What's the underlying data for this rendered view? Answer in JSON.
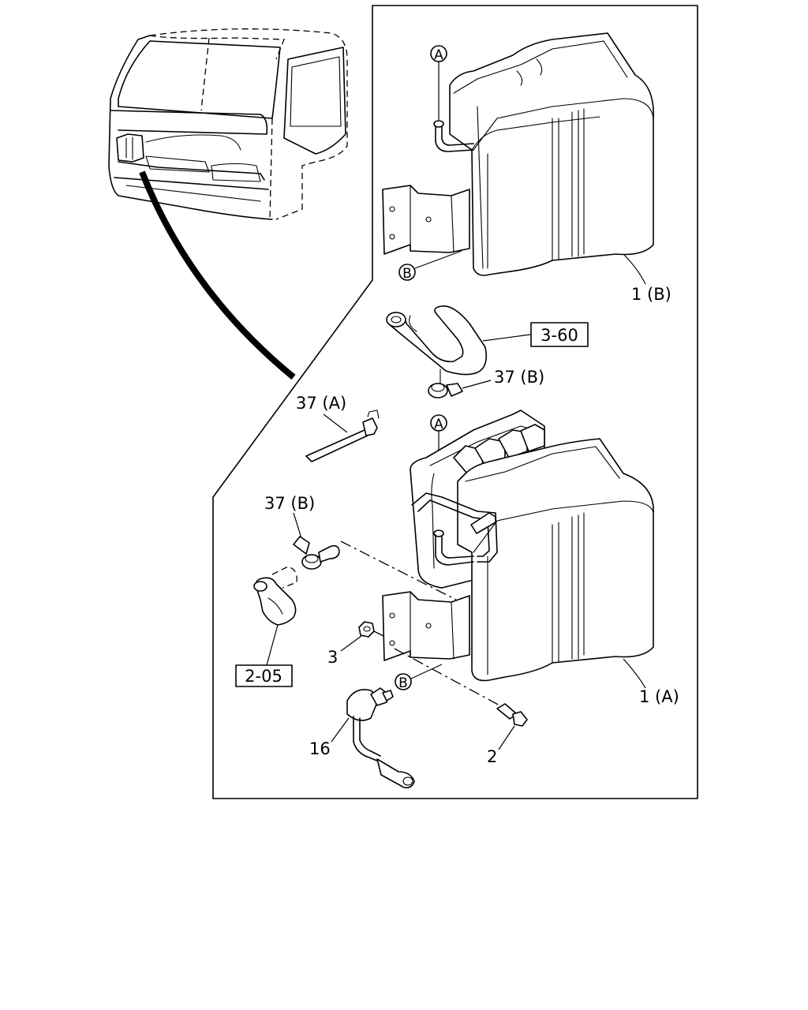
{
  "callouts": {
    "part_1b": "1 (B)",
    "part_1a": "1 (A)",
    "part_37a": "37 (A)",
    "part_37b_upper": "37 (B)",
    "part_37b_lower": "37 (B)",
    "part_3": "3",
    "part_2": "2",
    "part_16": "16",
    "ref_3_60": "3-60",
    "ref_2_05": "2-05",
    "marker_a_upper": "A",
    "marker_a_lower": "A",
    "marker_b_upper": "B",
    "marker_b_lower": "B"
  }
}
